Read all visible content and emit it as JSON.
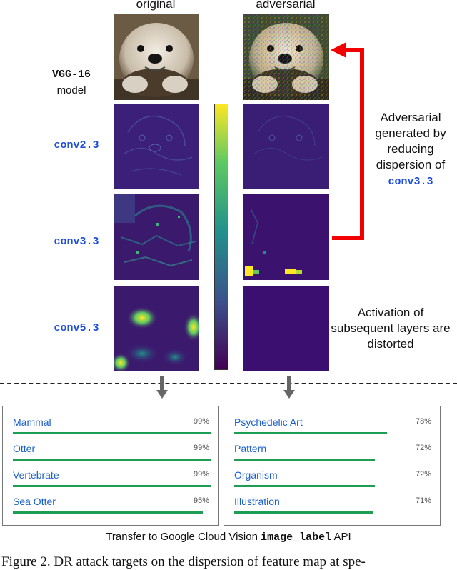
{
  "columns": {
    "original": "original",
    "adversarial": "adversarial"
  },
  "model": {
    "name": "VGG-16",
    "suffix": "model"
  },
  "layers": [
    "conv2.3",
    "conv3.3",
    "conv5.3"
  ],
  "annotation_top": {
    "text": "Adversarial generated by reducing dispersion of",
    "layer": "conv3.3"
  },
  "annotation_bottom": "Activation of subsequent layers are distorted",
  "colors": {
    "arrow": "#f20000",
    "bar": "#1f9d55",
    "label": "#1a5fc9",
    "layer_label": "#1f4ed8"
  },
  "results_original": [
    {
      "label": "Mammal",
      "pct_text": "99%",
      "pct": 0.99
    },
    {
      "label": "Otter",
      "pct_text": "99%",
      "pct": 0.99
    },
    {
      "label": "Vertebrate",
      "pct_text": "99%",
      "pct": 0.99
    },
    {
      "label": "Sea Otter",
      "pct_text": "95%",
      "pct": 0.95
    }
  ],
  "results_adversarial": [
    {
      "label": "Psychedelic Art",
      "pct_text": "78%",
      "pct": 0.78
    },
    {
      "label": "Pattern",
      "pct_text": "72%",
      "pct": 0.72
    },
    {
      "label": "Organism",
      "pct_text": "72%",
      "pct": 0.72
    },
    {
      "label": "Illustration",
      "pct_text": "71%",
      "pct": 0.71
    }
  ],
  "caption": {
    "prefix": "Transfer to Google Cloud Vision",
    "api": "image_label",
    "suffix": "API"
  },
  "figure_caption": "Figure 2. DR attack targets on the dispersion of feature map at spe-"
}
